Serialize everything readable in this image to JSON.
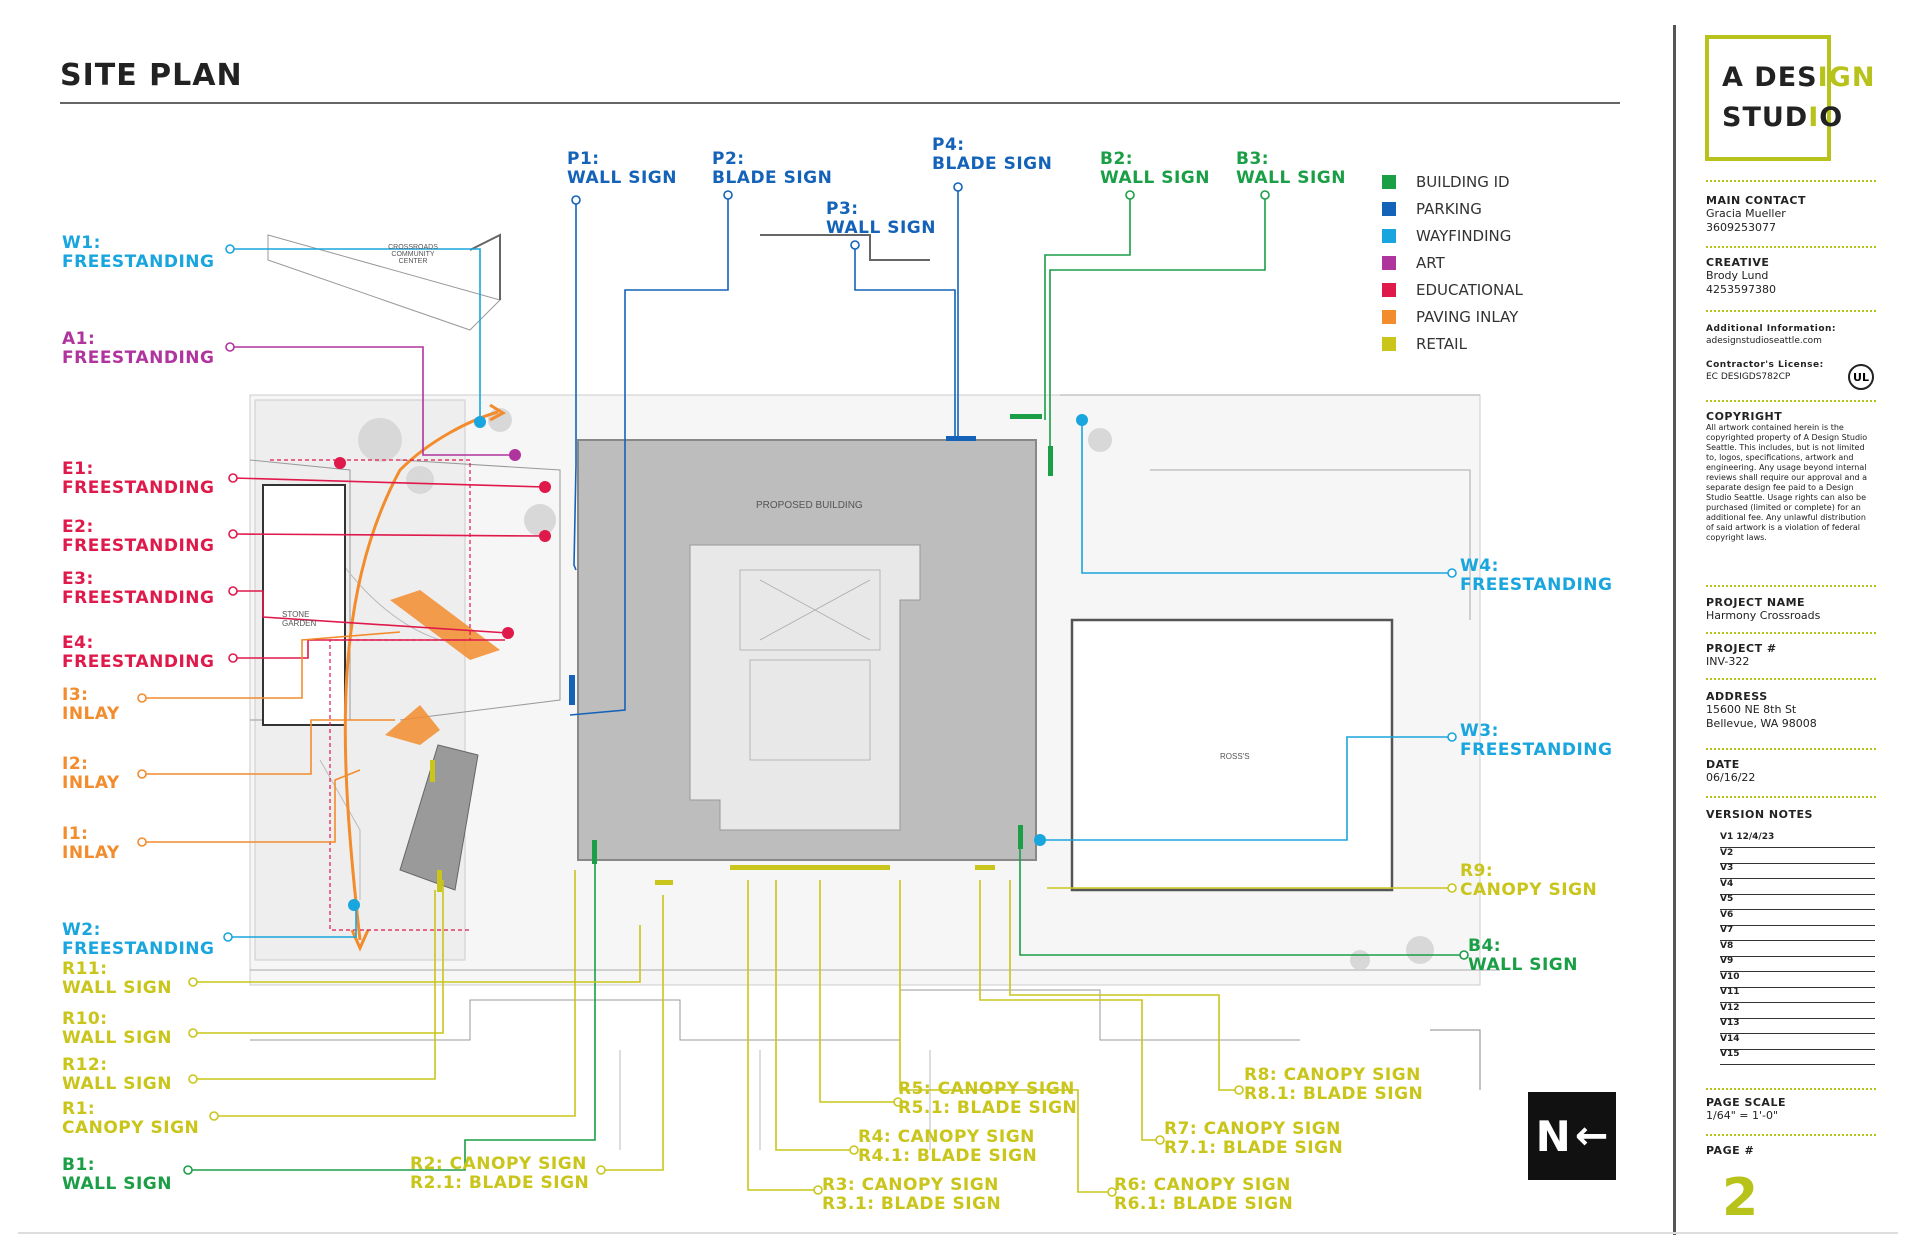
{
  "title": "SITE PLAN",
  "colors": {
    "building_id": "#1a9e46",
    "parking": "#1463b8",
    "wayfinding": "#19a5dd",
    "art": "#b0349e",
    "educational": "#e0194b",
    "paving_inlay": "#f28c2d",
    "retail": "#c9c51a",
    "accent": "#b7c21a"
  },
  "legend": [
    {
      "label": "BUILDING ID",
      "color": "#1a9e46"
    },
    {
      "label": "PARKING",
      "color": "#1463b8"
    },
    {
      "label": "WAYFINDING",
      "color": "#19a5dd"
    },
    {
      "label": "ART",
      "color": "#b0349e"
    },
    {
      "label": "EDUCATIONAL",
      "color": "#e0194b"
    },
    {
      "label": "PAVING INLAY",
      "color": "#f28c2d"
    },
    {
      "label": "RETAIL",
      "color": "#c9c51a"
    }
  ],
  "callouts": {
    "p1": {
      "code": "P1:",
      "type": "WALL SIGN"
    },
    "p2": {
      "code": "P2:",
      "type": "BLADE SIGN"
    },
    "p3": {
      "code": "P3:",
      "type": "WALL SIGN"
    },
    "p4": {
      "code": "P4:",
      "type": "BLADE SIGN"
    },
    "b2": {
      "code": "B2:",
      "type": "WALL SIGN"
    },
    "b3": {
      "code": "B3:",
      "type": "WALL SIGN"
    },
    "w1": {
      "code": "W1:",
      "type": "FREESTANDING"
    },
    "a1": {
      "code": "A1:",
      "type": "FREESTANDING"
    },
    "e1": {
      "code": "E1:",
      "type": "FREESTANDING"
    },
    "e2": {
      "code": "E2:",
      "type": "FREESTANDING"
    },
    "e3": {
      "code": "E3:",
      "type": "FREESTANDING"
    },
    "e4": {
      "code": "E4:",
      "type": "FREESTANDING"
    },
    "i3": {
      "code": "I3:",
      "type": "INLAY"
    },
    "i2": {
      "code": "I2:",
      "type": "INLAY"
    },
    "i1": {
      "code": "I1:",
      "type": "INLAY"
    },
    "w2": {
      "code": "W2:",
      "type": "FREESTANDING"
    },
    "r11": {
      "code": "R11:",
      "type": "WALL SIGN"
    },
    "r10": {
      "code": "R10:",
      "type": "WALL SIGN"
    },
    "r12": {
      "code": "R12:",
      "type": "WALL SIGN"
    },
    "r1": {
      "code": "R1:",
      "type": "CANOPY SIGN"
    },
    "b1": {
      "code": "B1:",
      "type": "WALL SIGN"
    },
    "r2": {
      "code": "R2: CANOPY SIGN",
      "type": "R2.1: BLADE SIGN"
    },
    "r3": {
      "code": "R3: CANOPY SIGN",
      "type": "R3.1: BLADE SIGN"
    },
    "r4": {
      "code": "R4: CANOPY SIGN",
      "type": "R4.1: BLADE SIGN"
    },
    "r5": {
      "code": "R5: CANOPY SIGN",
      "type": "R5.1: BLADE SIGN"
    },
    "r6": {
      "code": "R6: CANOPY SIGN",
      "type": "R6.1: BLADE SIGN"
    },
    "r7": {
      "code": "R7: CANOPY SIGN",
      "type": "R7.1: BLADE SIGN"
    },
    "r8": {
      "code": "R8: CANOPY SIGN",
      "type": "R8.1: BLADE SIGN"
    },
    "w4": {
      "code": "W4:",
      "type": "FREESTANDING"
    },
    "w3": {
      "code": "W3:",
      "type": "FREESTANDING"
    },
    "r9": {
      "code": "R9:",
      "type": "CANOPY SIGN"
    },
    "b4": {
      "code": "B4:",
      "type": "WALL SIGN"
    }
  },
  "plan_labels": {
    "proposed_building": "PROPOSED BUILDING",
    "community_center": "CROSSROADS COMMUNITY CENTER",
    "stone_garden": "STONE GARDEN",
    "retail_bldg": "ROSS'S"
  },
  "north": {
    "letter": "N",
    "arrow": "←"
  },
  "logo": {
    "line1_a": "A DES",
    "line1_b": "I",
    "line1_c": "GN",
    "line2_a": "STUD",
    "line2_b": "I",
    "line2_c": "O"
  },
  "sidebar": {
    "main_contact_h": "MAIN CONTACT",
    "main_contact_name": "Gracia Mueller",
    "main_contact_phone": "3609253077",
    "creative_h": "CREATIVE",
    "creative_name": "Brody Lund",
    "creative_phone": "4253597380",
    "additional_h": "Additional Information:",
    "additional_v": "adesignstudioseattle.com",
    "license_h": "Contractor's License:",
    "license_v": "EC DESIGDS782CP",
    "ul": "UL",
    "copyright_h": "COPYRIGHT",
    "copyright_v": "All artwork contained herein is the copyrighted property of A Design Studio Seattle. This includes, but is not limited to, logos, specifications, artwork and engineering. Any usage beyond internal reviews shall require our approval and a separate design fee paid to a Design Studio Seattle. Usage rights can also be purchased (limited or complete) for an additional fee. Any unlawful distribution of said artwork is a violation of federal copyright laws.",
    "project_name_h": "PROJECT NAME",
    "project_name_v": "Harmony Crossroads",
    "project_num_h": "PROJECT #",
    "project_num_v": "INV-322",
    "address_h": "ADDRESS",
    "address_1": "15600 NE 8th St",
    "address_2": "Bellevue, WA 98008",
    "date_h": "DATE",
    "date_v": "06/16/22",
    "version_h": "VERSION NOTES",
    "versions": [
      "V1 12/4/23",
      "V2",
      "V3",
      "V4",
      "V5",
      "V6",
      "V7",
      "V8",
      "V9",
      "V10",
      "V11",
      "V12",
      "V13",
      "V14",
      "V15"
    ],
    "scale_h": "PAGE SCALE",
    "scale_v": "1/64\" = 1'-0\"",
    "page_h": "PAGE #",
    "page_v": "2"
  }
}
